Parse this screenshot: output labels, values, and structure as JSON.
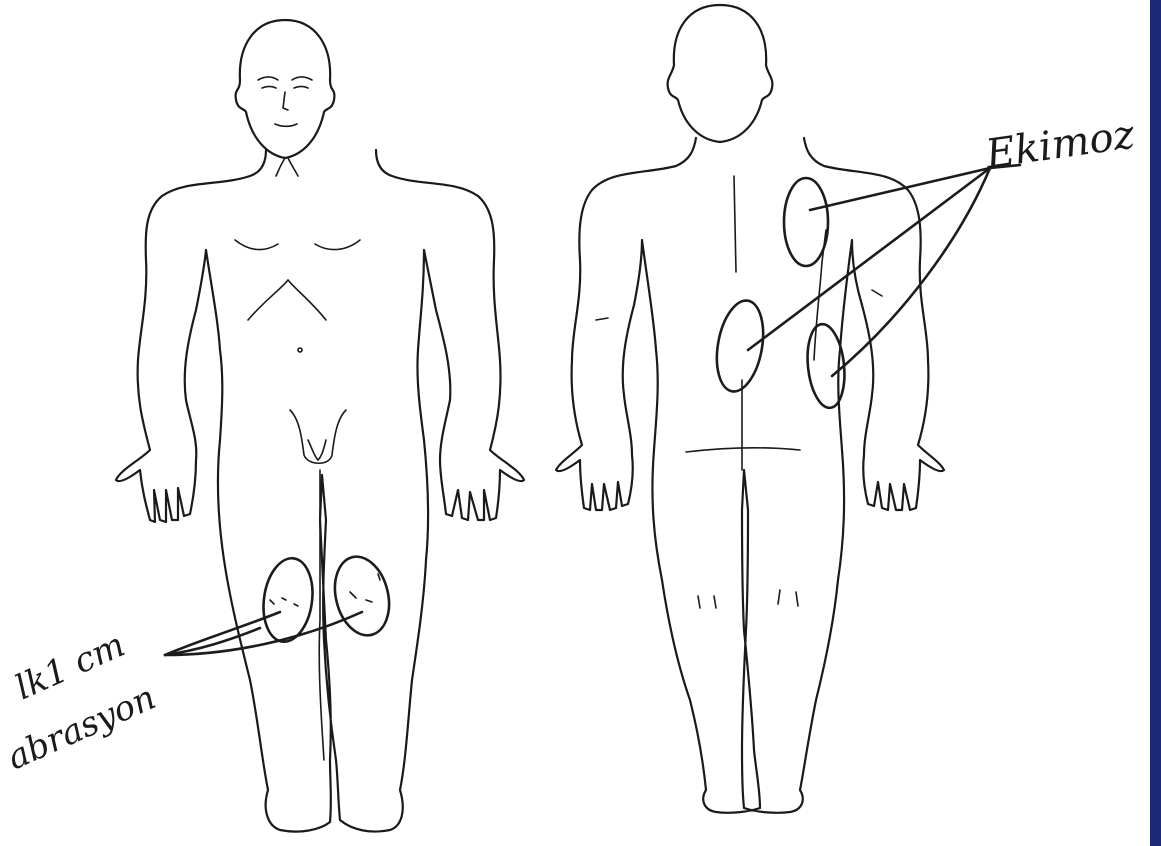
{
  "annotations": {
    "front_label_line1": "lk1 cm",
    "front_label_line2": "abrasyon",
    "back_label": "Ekimoz"
  },
  "colors": {
    "ink": "#1c1c1c",
    "border_bar": "#1b2a78",
    "background": "#ffffff"
  }
}
